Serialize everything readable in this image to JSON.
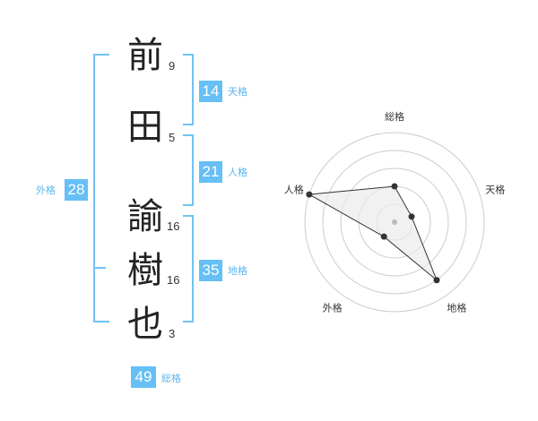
{
  "name": {
    "chars": [
      {
        "char": "前",
        "strokes": "9"
      },
      {
        "char": "田",
        "strokes": "5"
      },
      {
        "char": "諭",
        "strokes": "16"
      },
      {
        "char": "樹",
        "strokes": "16"
      },
      {
        "char": "也",
        "strokes": "3"
      }
    ]
  },
  "kaku": {
    "ten": {
      "label": "天格",
      "value": "14"
    },
    "jin": {
      "label": "人格",
      "value": "21"
    },
    "chi": {
      "label": "地格",
      "value": "35"
    },
    "gai": {
      "label": "外格",
      "value": "28"
    },
    "sou": {
      "label": "総格",
      "value": "49"
    }
  },
  "colors": {
    "accent": "#66bff5",
    "bracket": "#6ec3f5"
  },
  "chart_data": {
    "type": "radar",
    "axes": [
      "総格",
      "天格",
      "地格",
      "外格",
      "人格"
    ],
    "values": [
      2,
      1,
      4,
      1,
      5
    ],
    "max": 5,
    "rings": 5
  }
}
